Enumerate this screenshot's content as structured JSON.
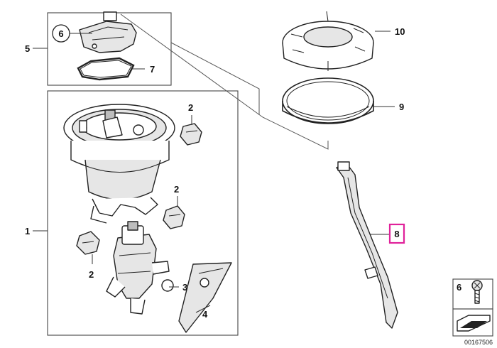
{
  "diagram": {
    "callouts": {
      "c1": "1",
      "c2a": "2",
      "c2b": "2",
      "c2c": "2",
      "c3": "3",
      "c4": "4",
      "c5": "5",
      "c6": "6",
      "c7": "7",
      "c8": "8",
      "c9": "9",
      "c10": "10"
    },
    "legend": {
      "screw_label": "6"
    },
    "reference_number": "00167506",
    "highlighted_part": "8",
    "colors": {
      "highlight": "#e0219a",
      "line": "#222222"
    }
  }
}
